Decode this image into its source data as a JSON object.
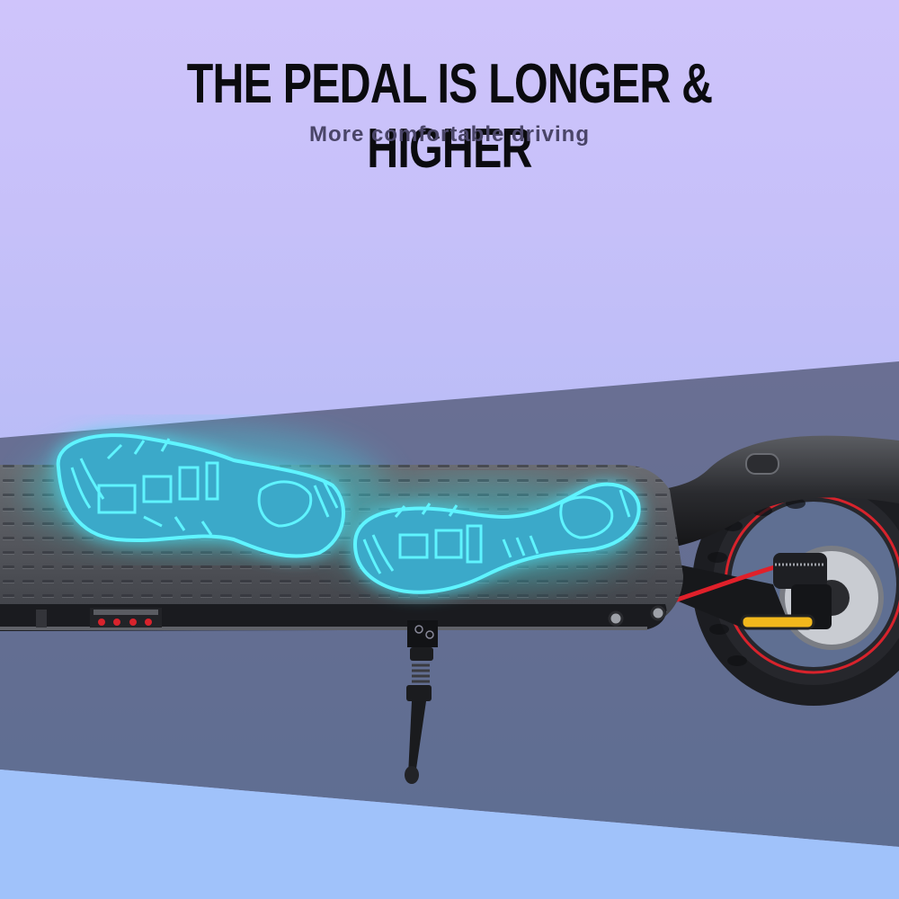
{
  "banner": {
    "headline": "THE PEDAL IS LONGER & HIGHER",
    "subtitle": "More comfortable driving"
  },
  "colors": {
    "background_top": "#cfc4fb",
    "background_mid": "#bcbdf7",
    "band": "#686e92",
    "band_lower": "#5f6f92",
    "bottom_band": "#a0c2fa",
    "footprint_glow": "#35e6f0",
    "footprint_fill": "#3aa9c9",
    "deck": "#4a4d55",
    "brake_cable": "#e0202a",
    "reflector": "#f2b81c"
  },
  "product": {
    "name": "electric-scooter-deck",
    "features": [
      "anti-slip textured deck",
      "glowing footprint overlay",
      "kickstand",
      "rear fender",
      "disc brake",
      "yellow side reflector"
    ]
  }
}
